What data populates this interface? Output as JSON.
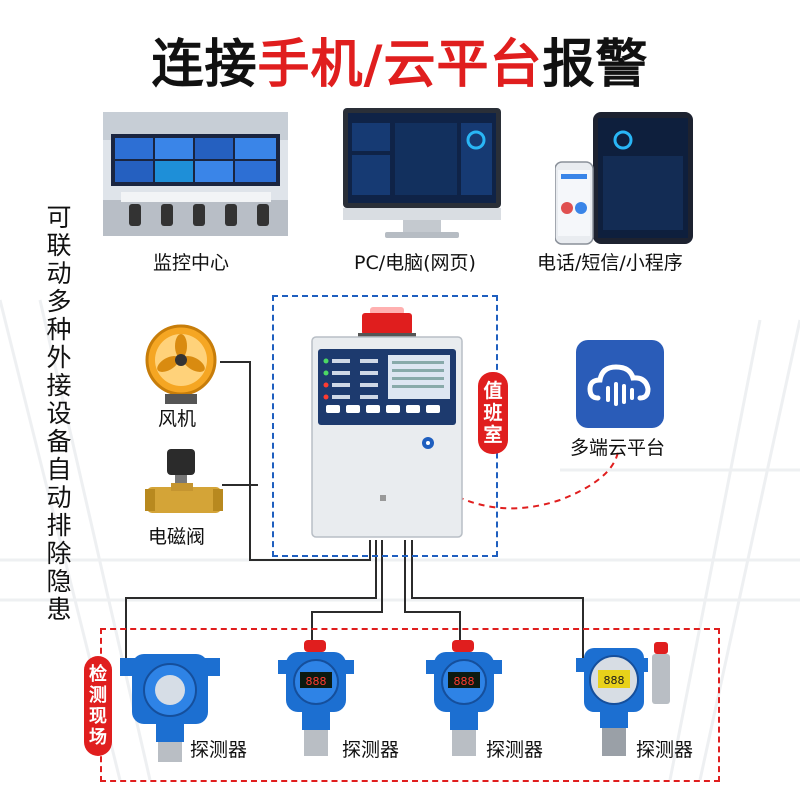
{
  "title": {
    "part1": "连接",
    "part2": "手机/云平台",
    "part3": "报警"
  },
  "side_text": "可联动多种外接设备 自动排除隐患",
  "channels": [
    {
      "label": "监控中心",
      "icon": "monitoring-center-photo"
    },
    {
      "label": "PC/电脑(网页)",
      "icon": "pc-monitor-photo"
    },
    {
      "label": "电话/短信/小程序",
      "icon": "phone-tablet-photo"
    }
  ],
  "devices": {
    "fan": "风机",
    "valve": "电磁阀"
  },
  "duty_room_label": "值班室",
  "cloud_label": "多端云平台",
  "field_label": "检测现场",
  "detectors": [
    {
      "label": "探测器"
    },
    {
      "label": "探测器"
    },
    {
      "label": "探测器"
    },
    {
      "label": "探测器"
    }
  ],
  "colors": {
    "accent_red": "#e01e1e",
    "frame_blue": "#1f5fbf",
    "cloud_blue": "#2a5cb8"
  }
}
